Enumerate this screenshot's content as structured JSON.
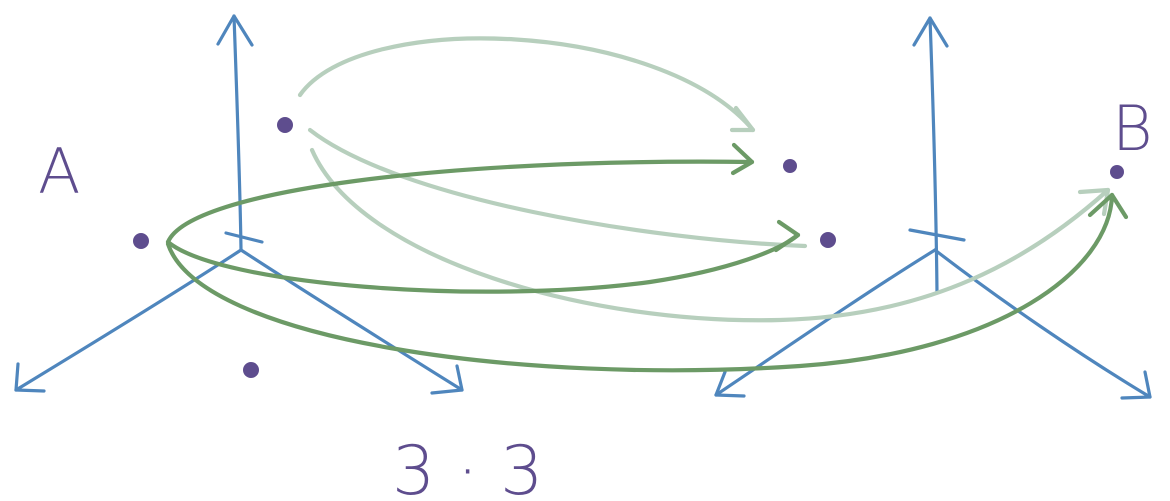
{
  "labels": {
    "start": "A",
    "end": "B",
    "formula": "3 · 3"
  },
  "colors": {
    "axis": "#4f86bd",
    "path_dark": "#6c9a66",
    "path_light": "#b7cfbd",
    "point": "#5e4d8e",
    "label": "#5e4d8e"
  },
  "icons": {
    "coordinate_frame": "3d-axes-icon",
    "point": "dot-icon",
    "path": "curved-arrow-icon"
  }
}
